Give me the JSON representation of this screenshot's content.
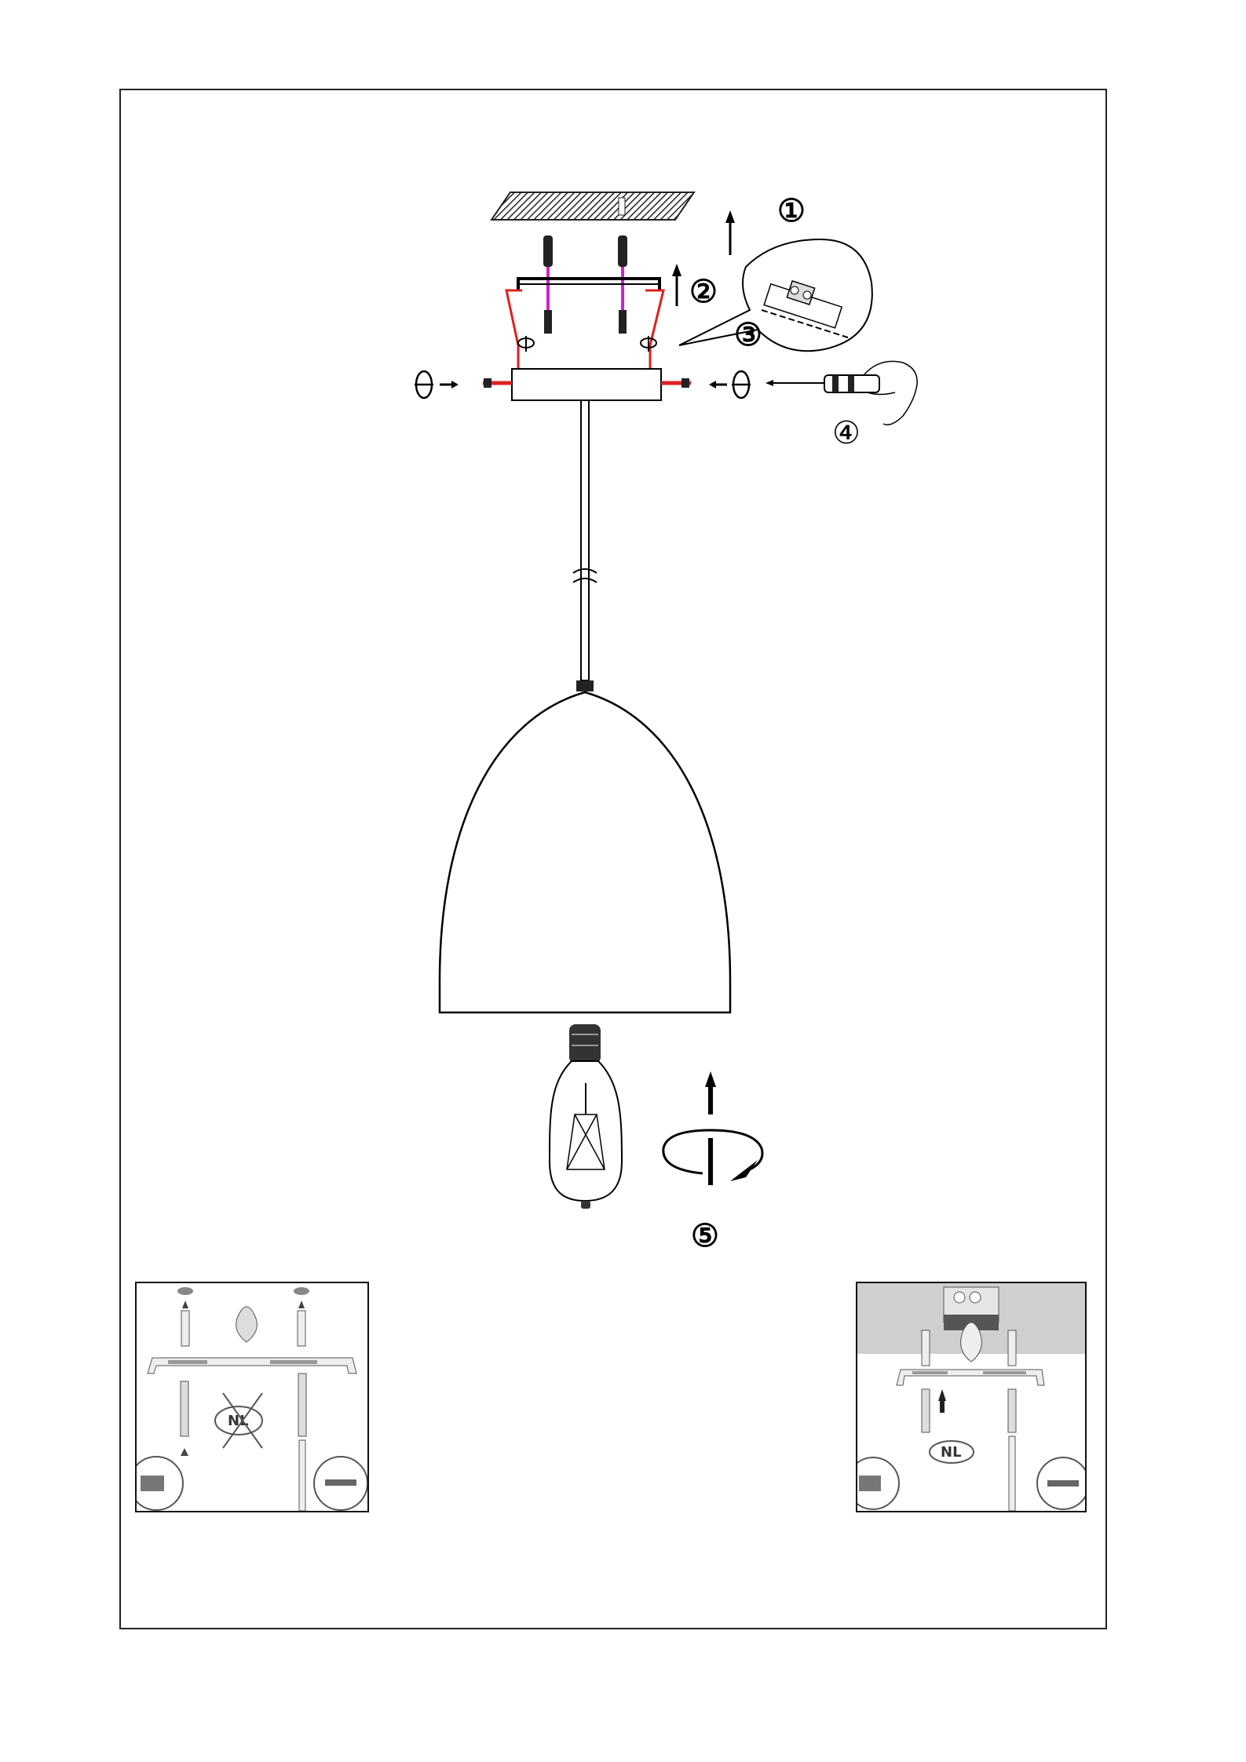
{
  "steps": [
    {
      "label": "①"
    },
    {
      "label": "②"
    },
    {
      "label": "③"
    },
    {
      "label": "④"
    },
    {
      "label": "⑤"
    }
  ],
  "insets": {
    "left": {
      "badge": "NL",
      "crossed": true
    },
    "right": {
      "badge": "NL",
      "crossed": false
    }
  },
  "colors": {
    "line": "#000000",
    "wire_red": "#e02020",
    "bolt_magenta": "#d020d0",
    "ceiling_gray": "#cfcfcf"
  },
  "icons": [
    "ceiling-icon",
    "screw-icon",
    "mounting-bracket-icon",
    "canopy-icon",
    "rotate-icon",
    "screwdriver-icon",
    "hand-icon",
    "terminal-block-icon",
    "cable-icon",
    "lamp-shade-icon",
    "bulb-icon",
    "up-arrow-icon"
  ]
}
